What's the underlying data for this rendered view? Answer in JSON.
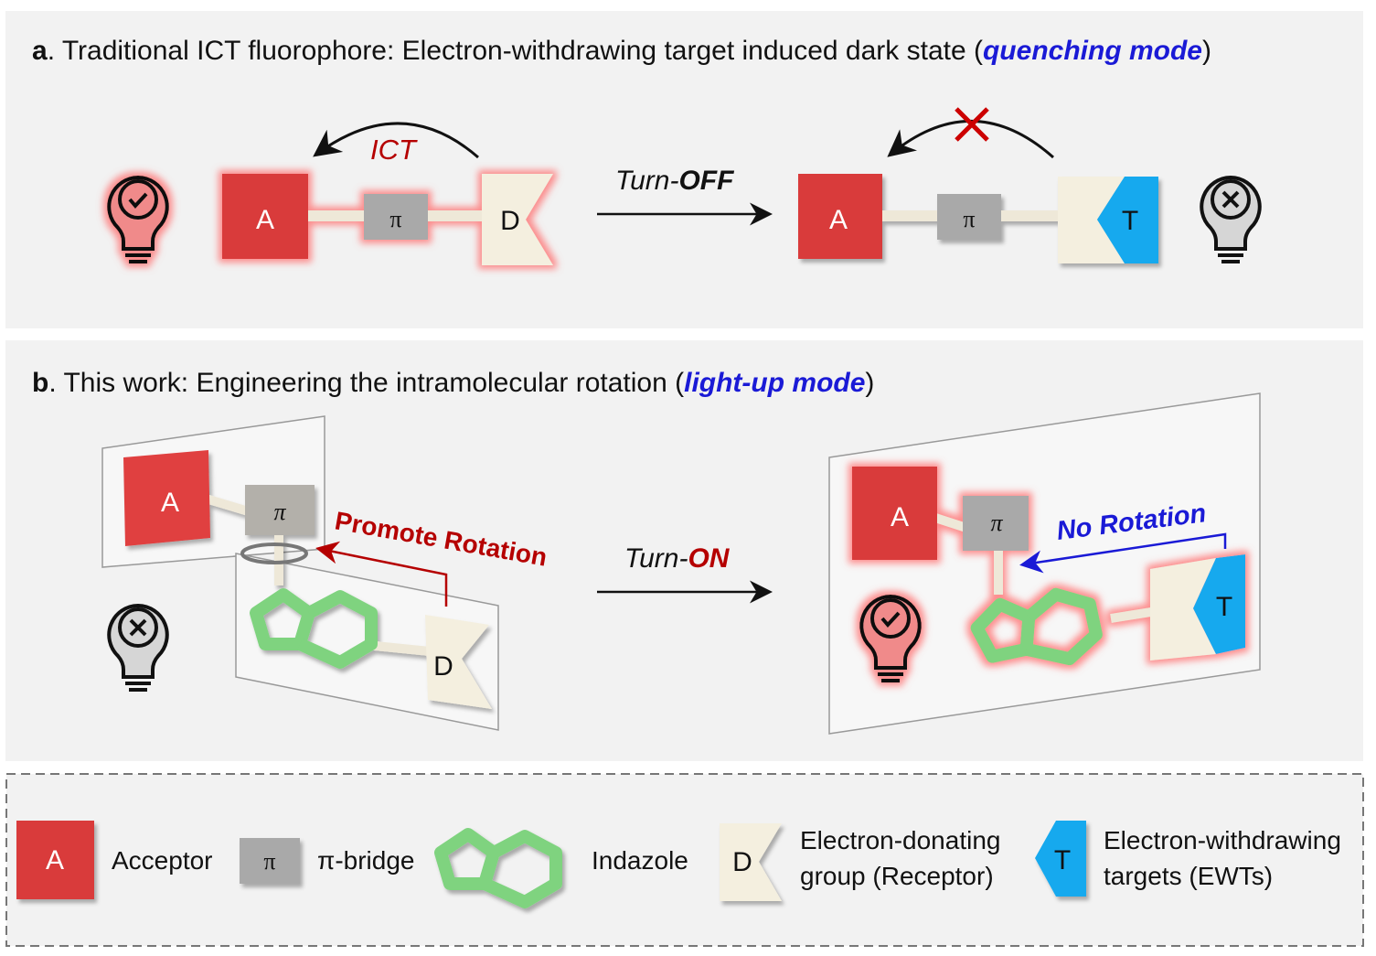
{
  "panel_a": {
    "letter": "a",
    "title": ". Traditional ICT fluorophore: Electron-withdrawing target induced dark state (",
    "mode": "quenching mode",
    "close": ")",
    "ict_label": "ICT",
    "arrow_prefix": "Turn-",
    "arrow_emph": "OFF",
    "labels": {
      "acceptor": "A",
      "bridge": "π",
      "donor": "D",
      "target": "T"
    }
  },
  "panel_b": {
    "letter": "b",
    "title": ". This work: Engineering the intramolecular rotation (",
    "mode": "light-up mode",
    "close": ")",
    "promote_label": "Promote Rotation",
    "no_rotation_label": "No Rotation",
    "arrow_prefix": "Turn-",
    "arrow_emph": "ON",
    "labels": {
      "acceptor": "A",
      "bridge": "π",
      "donor": "D",
      "target": "T"
    }
  },
  "legend": {
    "acceptor": {
      "symbol": "A",
      "label": "Acceptor"
    },
    "bridge": {
      "symbol": "π",
      "label": "π-bridge"
    },
    "indazole": {
      "label": "Indazole"
    },
    "donor": {
      "symbol": "D",
      "line1": "Electron-donating",
      "line2": "group (Receptor)"
    },
    "target": {
      "symbol": "T",
      "line1": "Electron-withdrawing",
      "line2": "targets (EWTs)"
    }
  },
  "colors": {
    "acceptor": "#d93a3a",
    "bridge": "#a9a9a9",
    "donor": "#f4efdf",
    "target": "#17a9ee",
    "indazole": "#7fd37f",
    "mode_text": "#1a1ad6",
    "emphasis_red": "#b50000",
    "panel_bg": "#f2f2f2"
  },
  "icons": [
    "lightbulb-on-check-icon",
    "lightbulb-off-x-icon",
    "arrow-right-icon",
    "blocked-x-icon",
    "rotation-icon"
  ]
}
